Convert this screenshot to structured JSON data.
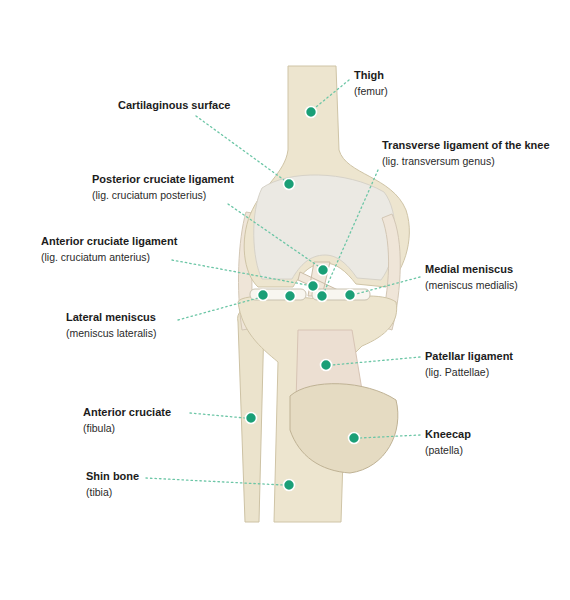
{
  "diagram": {
    "labels": [
      "Thigh",
      "(femur)",
      "Cartilaginous surface",
      "Transverse ligament of the knee",
      "(lig. transversum genus)",
      "Posterior cruciate ligament",
      "(lig. cruciatum posterius)",
      "Anterior cruciate ligament",
      "(lig. cruciatum anterius)",
      "Medial meniscus",
      "(meniscus medialis)",
      "Lateral meniscus",
      "(meniscus lateralis)",
      "Patellar ligament",
      "(lig. Pattellae)",
      "Anterior cruciate",
      "(fibula)",
      "Kneecap",
      "(patella)",
      "Shin bone",
      "(tibia)"
    ]
  }
}
